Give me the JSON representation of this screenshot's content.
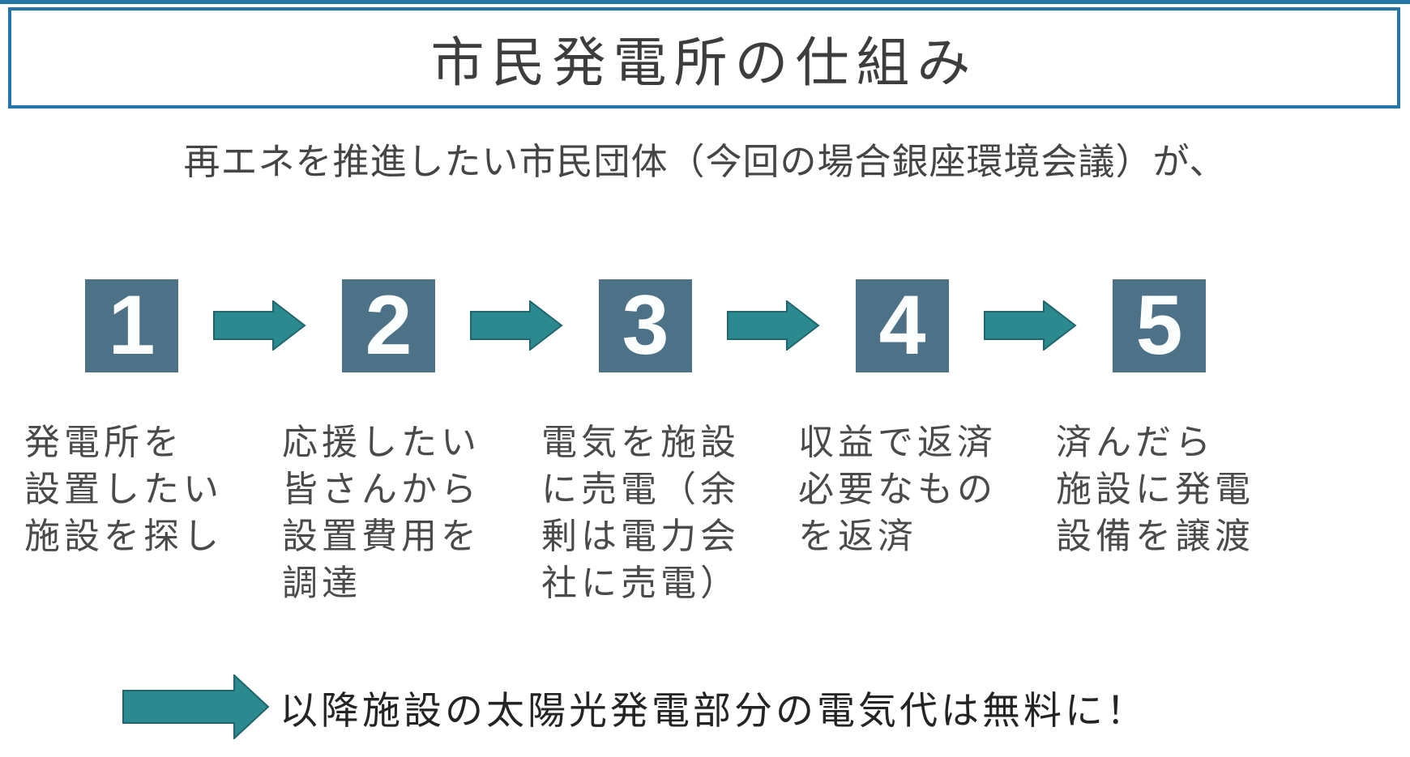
{
  "slide": {
    "title": "市民発電所の仕組み",
    "subtitle": "再エネを推進したい市民団体（今回の場合銀座環境会議）が、",
    "steps": [
      {
        "number": "1",
        "description": "発電所を\n設置したい\n施設を探し"
      },
      {
        "number": "2",
        "description": "応援したい\n皆さんから\n設置費用を\n調達"
      },
      {
        "number": "3",
        "description": "電気を施設\nに売電（余\n剰は電力会\n社に売電）"
      },
      {
        "number": "4",
        "description": "収益で返済\n必要なもの\nを返済"
      },
      {
        "number": "5",
        "description": "済んだら\n施設に発電\n設備を譲渡"
      }
    ],
    "conclusion": "以降施設の太陽光発電部分の電気代は無料に！",
    "colors": {
      "title_border": "#2575A6",
      "step_box": "#4D7186",
      "arrow_fill": "#2B8A8F",
      "arrow_outline": "#20666C",
      "number_text": "#FBFEFD",
      "body_text": "#4a4a4a"
    }
  }
}
